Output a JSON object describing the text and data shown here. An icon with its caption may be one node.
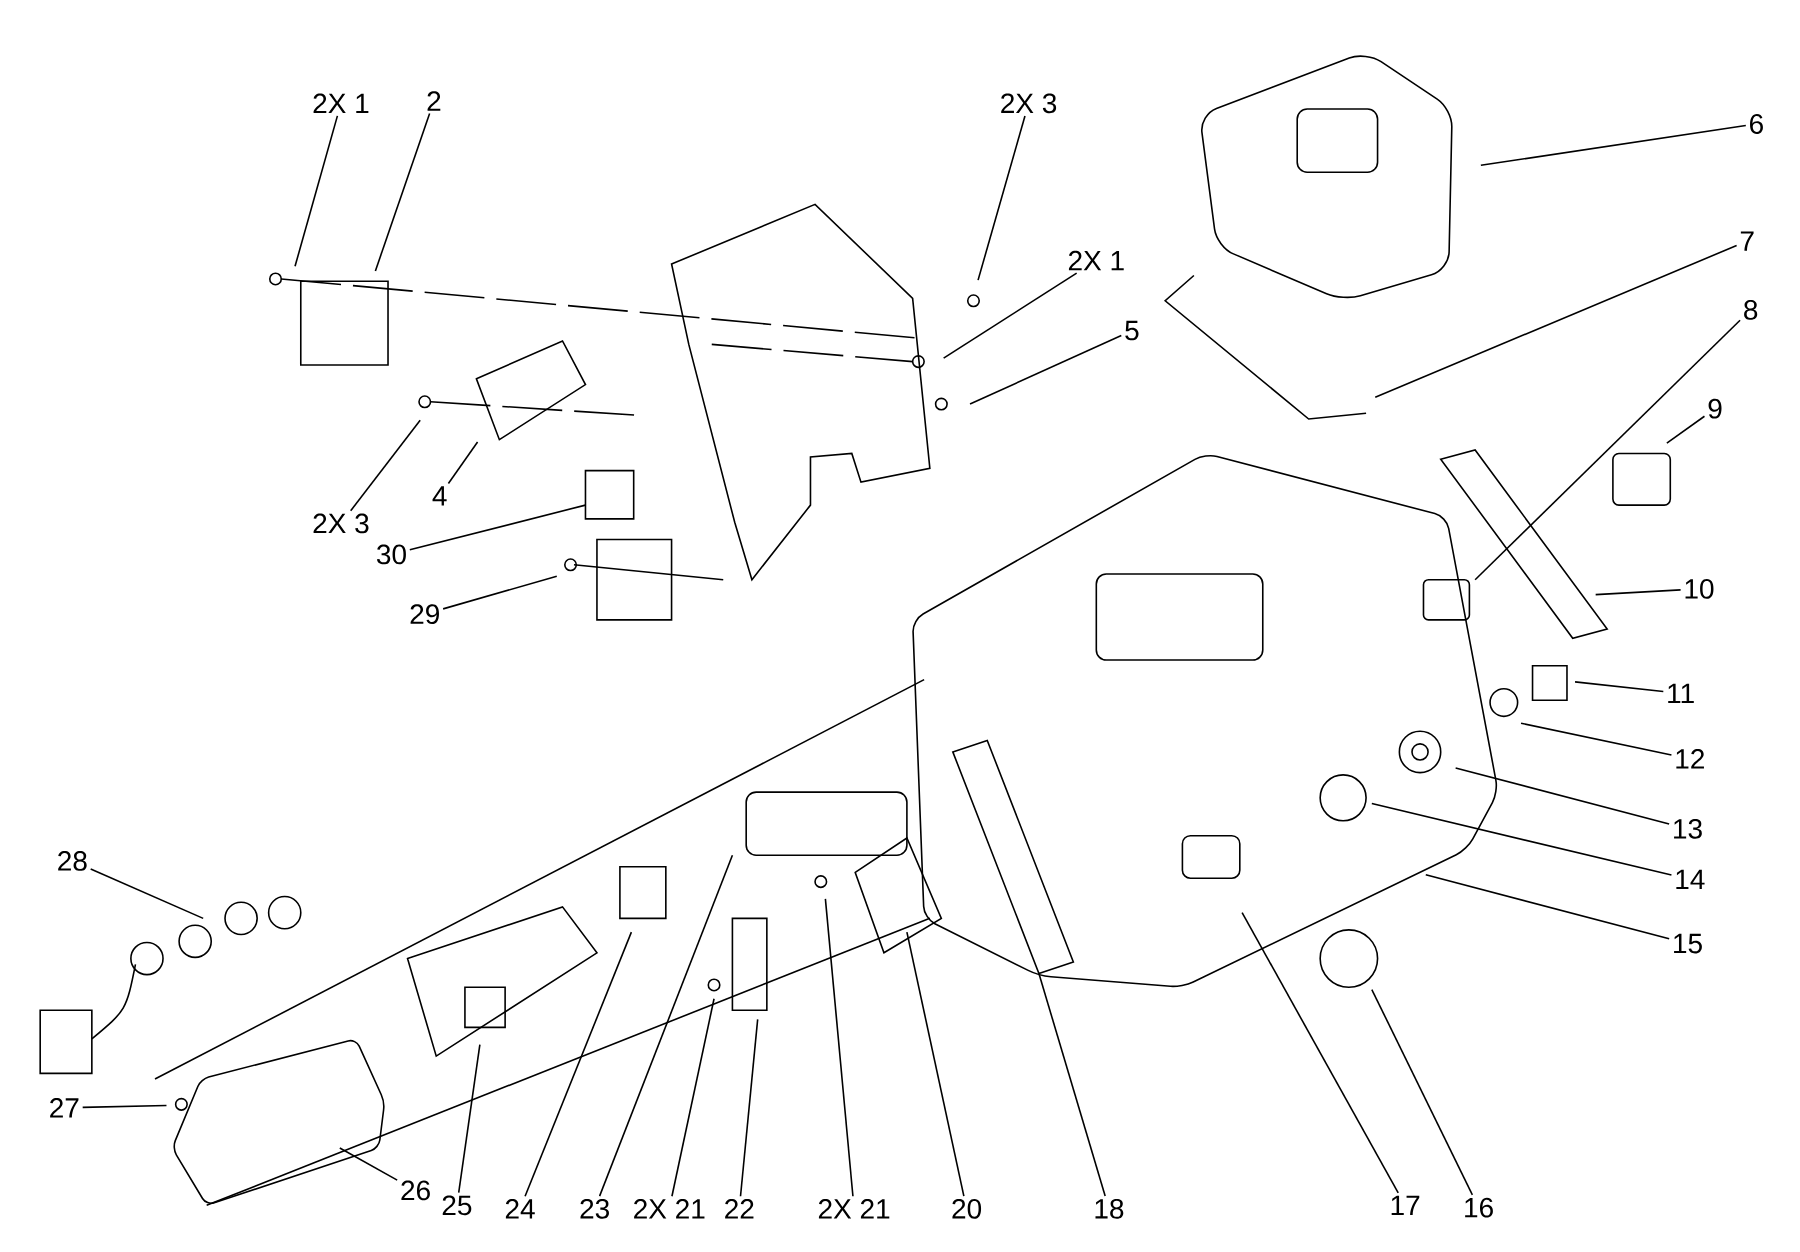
{
  "diagram": {
    "nodes": [
      {
        "text": [
          "2X 1"
        ]
      },
      {
        "text": [
          "2"
        ]
      },
      {
        "text": [
          "2X 3"
        ]
      },
      {
        "text": [
          "6"
        ]
      },
      {
        "text": [
          "2X 1"
        ]
      },
      {
        "text": [
          "7"
        ]
      },
      {
        "text": [
          "5"
        ]
      },
      {
        "text": [
          "8"
        ]
      },
      {
        "text": [
          "9"
        ]
      },
      {
        "text": [
          "2X 3"
        ]
      },
      {
        "text": [
          "4"
        ]
      },
      {
        "text": [
          "30"
        ]
      },
      {
        "text": [
          "10"
        ]
      },
      {
        "text": [
          "29"
        ]
      },
      {
        "text": [
          "11"
        ]
      },
      {
        "text": [
          "12"
        ]
      },
      {
        "text": [
          "13"
        ]
      },
      {
        "text": [
          "28"
        ]
      },
      {
        "text": [
          "14"
        ]
      },
      {
        "text": [
          "15"
        ]
      },
      {
        "text": [
          "27"
        ]
      },
      {
        "text": [
          "26"
        ]
      },
      {
        "text": [
          "25"
        ]
      },
      {
        "text": [
          "24"
        ]
      },
      {
        "text": [
          "23"
        ]
      },
      {
        "text": [
          "2X 21"
        ]
      },
      {
        "text": [
          "22"
        ]
      },
      {
        "text": [
          "2X 21"
        ]
      },
      {
        "text": [
          "20"
        ]
      },
      {
        "text": [
          "18"
        ]
      },
      {
        "text": [
          "17"
        ]
      },
      {
        "text": [
          "16"
        ]
      }
    ],
    "edges": [
      {
        "from": 0,
        "to": null,
        "arrow": "none"
      },
      {
        "from": 1,
        "to": null,
        "arrow": "none"
      },
      {
        "from": 2,
        "to": null,
        "arrow": "none"
      },
      {
        "from": 3,
        "to": null,
        "arrow": "none"
      },
      {
        "from": 4,
        "to": null,
        "arrow": "none"
      },
      {
        "from": 5,
        "to": null,
        "arrow": "none"
      },
      {
        "from": 6,
        "to": null,
        "arrow": "none"
      },
      {
        "from": 7,
        "to": null,
        "arrow": "none"
      },
      {
        "from": 8,
        "to": null,
        "arrow": "none"
      },
      {
        "from": 9,
        "to": null,
        "arrow": "none"
      },
      {
        "from": 10,
        "to": null,
        "arrow": "none"
      },
      {
        "from": 11,
        "to": null,
        "arrow": "none"
      },
      {
        "from": 12,
        "to": null,
        "arrow": "none"
      },
      {
        "from": 13,
        "to": null,
        "arrow": "none"
      },
      {
        "from": 14,
        "to": null,
        "arrow": "none"
      },
      {
        "from": 15,
        "to": null,
        "arrow": "none"
      },
      {
        "from": 16,
        "to": null,
        "arrow": "none"
      },
      {
        "from": 17,
        "to": null,
        "arrow": "none"
      },
      {
        "from": 18,
        "to": null,
        "arrow": "none"
      },
      {
        "from": 19,
        "to": null,
        "arrow": "none"
      },
      {
        "from": 20,
        "to": null,
        "arrow": "none"
      },
      {
        "from": 21,
        "to": null,
        "arrow": "none"
      },
      {
        "from": 22,
        "to": null,
        "arrow": "none"
      },
      {
        "from": 23,
        "to": null,
        "arrow": "none"
      },
      {
        "from": 24,
        "to": null,
        "arrow": "none"
      },
      {
        "from": 25,
        "to": null,
        "arrow": "none"
      },
      {
        "from": 26,
        "to": null,
        "arrow": "none"
      },
      {
        "from": 27,
        "to": null,
        "arrow": "none"
      },
      {
        "from": 28,
        "to": null,
        "arrow": "none"
      },
      {
        "from": 29,
        "to": null,
        "arrow": "none"
      },
      {
        "from": 30,
        "to": null,
        "arrow": "none"
      },
      {
        "from": 31,
        "to": null,
        "arrow": "none"
      }
    ]
  }
}
